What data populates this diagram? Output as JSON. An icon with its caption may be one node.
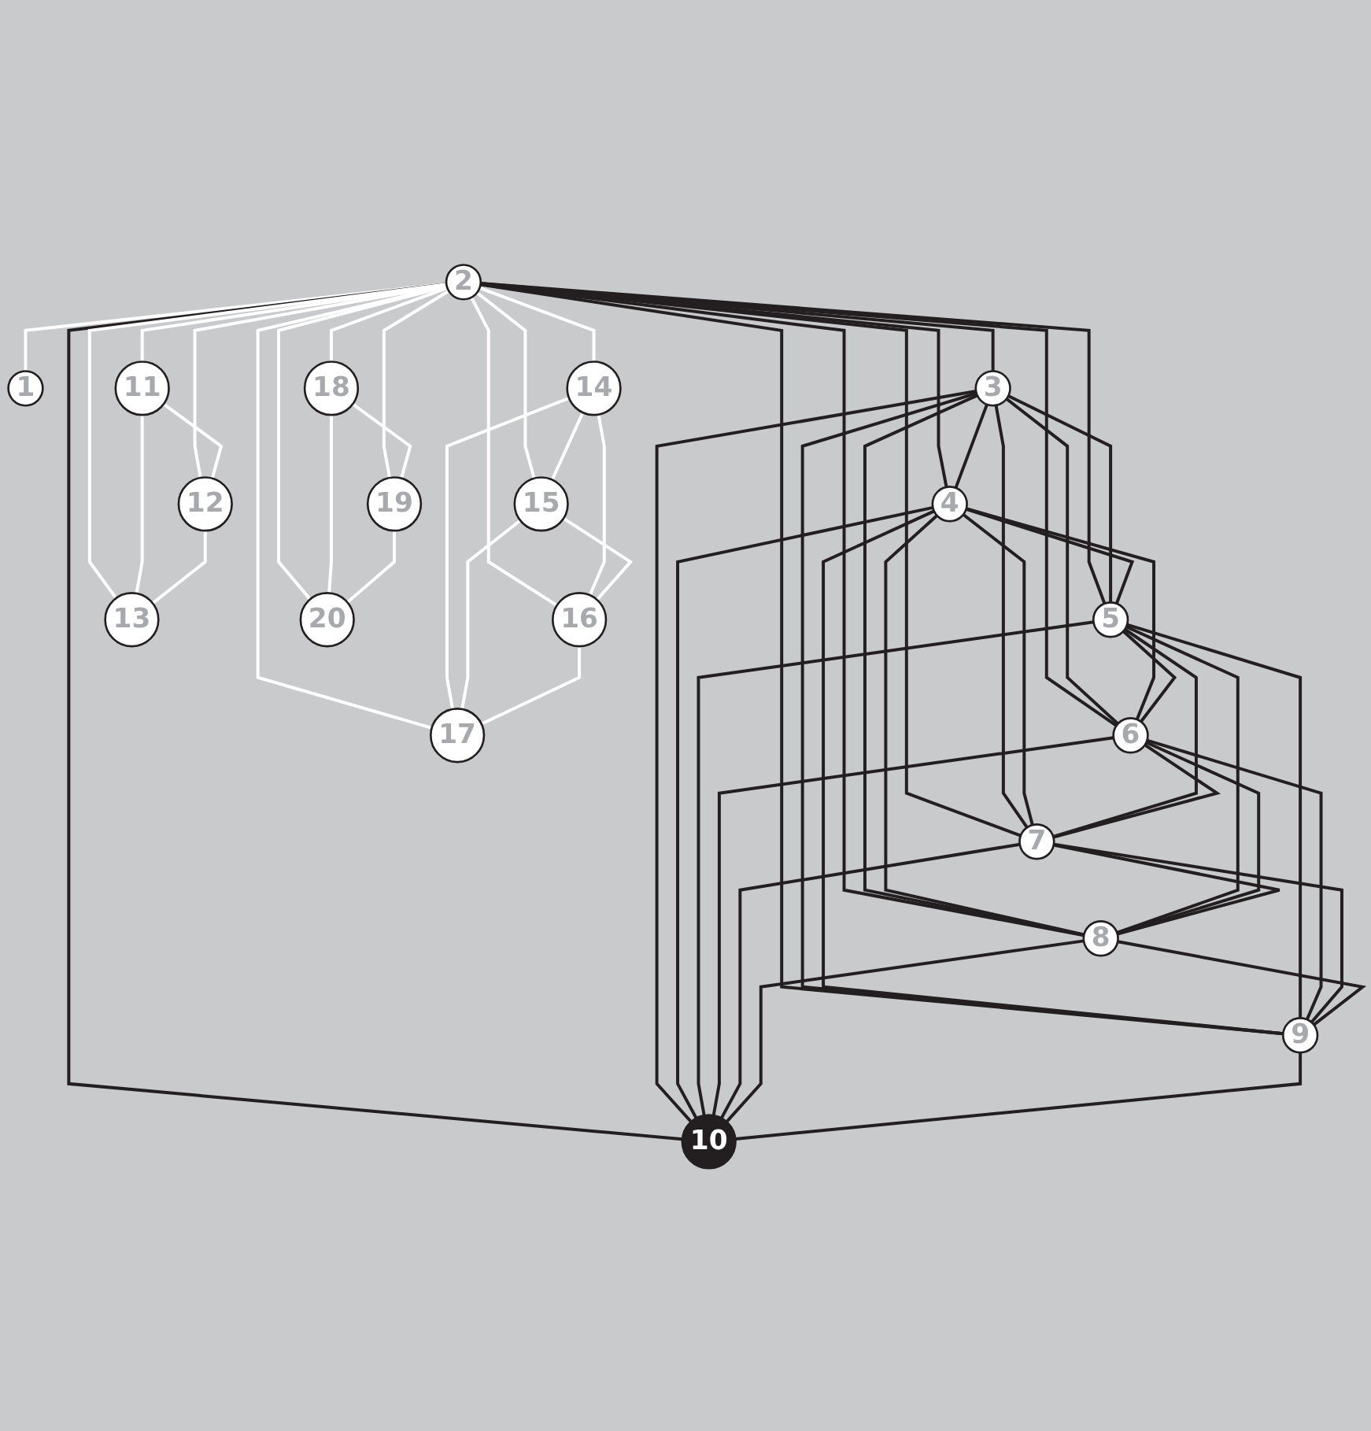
{
  "diagram": {
    "nodes": [
      {
        "text": [
          "1"
        ]
      },
      {
        "text": [
          "2"
        ]
      },
      {
        "text": [
          "3"
        ]
      },
      {
        "text": [
          "4"
        ]
      },
      {
        "text": [
          "5"
        ]
      },
      {
        "text": [
          "6"
        ]
      },
      {
        "text": [
          "7"
        ]
      },
      {
        "text": [
          "8"
        ]
      },
      {
        "text": [
          "9"
        ]
      },
      {
        "text": [
          "10"
        ]
      },
      {
        "text": [
          "11"
        ]
      },
      {
        "text": [
          "12"
        ]
      },
      {
        "text": [
          "13"
        ]
      },
      {
        "text": [
          "14"
        ]
      },
      {
        "text": [
          "15"
        ]
      },
      {
        "text": [
          "16"
        ]
      },
      {
        "text": [
          "17"
        ]
      },
      {
        "text": [
          "18"
        ]
      },
      {
        "text": [
          "19"
        ]
      },
      {
        "text": [
          "20"
        ]
      }
    ],
    "edges": [
      {
        "from": 1,
        "to": 0,
        "arrow": "none",
        "color": "#ffffff"
      },
      {
        "from": 1,
        "to": 2,
        "arrow": "none"
      },
      {
        "from": 1,
        "to": 3,
        "arrow": "none"
      },
      {
        "from": 1,
        "to": 4,
        "arrow": "none"
      },
      {
        "from": 1,
        "to": 5,
        "arrow": "none"
      },
      {
        "from": 1,
        "to": 6,
        "arrow": "none"
      },
      {
        "from": 1,
        "to": 7,
        "arrow": "none"
      },
      {
        "from": 1,
        "to": 8,
        "arrow": "none"
      },
      {
        "from": 1,
        "to": 9,
        "arrow": "none"
      },
      {
        "from": 2,
        "to": 3,
        "arrow": "none"
      },
      {
        "from": 2,
        "to": 4,
        "arrow": "none"
      },
      {
        "from": 2,
        "to": 5,
        "arrow": "none"
      },
      {
        "from": 2,
        "to": 6,
        "arrow": "none"
      },
      {
        "from": 2,
        "to": 7,
        "arrow": "none"
      },
      {
        "from": 2,
        "to": 8,
        "arrow": "none"
      },
      {
        "from": 2,
        "to": 9,
        "arrow": "none"
      },
      {
        "from": 3,
        "to": 4,
        "arrow": "none"
      },
      {
        "from": 3,
        "to": 5,
        "arrow": "none"
      },
      {
        "from": 3,
        "to": 6,
        "arrow": "none"
      },
      {
        "from": 3,
        "to": 7,
        "arrow": "none"
      },
      {
        "from": 3,
        "to": 8,
        "arrow": "none"
      },
      {
        "from": 3,
        "to": 9,
        "arrow": "none"
      },
      {
        "from": 4,
        "to": 5,
        "arrow": "none"
      },
      {
        "from": 4,
        "to": 6,
        "arrow": "none"
      },
      {
        "from": 4,
        "to": 7,
        "arrow": "none"
      },
      {
        "from": 4,
        "to": 8,
        "arrow": "none"
      },
      {
        "from": 4,
        "to": 9,
        "arrow": "none"
      },
      {
        "from": 5,
        "to": 6,
        "arrow": "none"
      },
      {
        "from": 5,
        "to": 7,
        "arrow": "none"
      },
      {
        "from": 5,
        "to": 8,
        "arrow": "none"
      },
      {
        "from": 5,
        "to": 9,
        "arrow": "none"
      },
      {
        "from": 6,
        "to": 7,
        "arrow": "none"
      },
      {
        "from": 6,
        "to": 8,
        "arrow": "none"
      },
      {
        "from": 6,
        "to": 9,
        "arrow": "none"
      },
      {
        "from": 7,
        "to": 8,
        "arrow": "none"
      },
      {
        "from": 7,
        "to": 9,
        "arrow": "none"
      },
      {
        "from": 8,
        "to": 9,
        "arrow": "none"
      },
      {
        "from": 1,
        "to": 10,
        "arrow": "none",
        "color": "#ffffff"
      },
      {
        "from": 1,
        "to": 11,
        "arrow": "none",
        "color": "#ffffff"
      },
      {
        "from": 1,
        "to": 12,
        "arrow": "none",
        "color": "#ffffff"
      },
      {
        "from": 10,
        "to": 11,
        "arrow": "none",
        "color": "#ffffff"
      },
      {
        "from": 10,
        "to": 12,
        "arrow": "none",
        "color": "#ffffff"
      },
      {
        "from": 11,
        "to": 12,
        "arrow": "none",
        "color": "#ffffff"
      },
      {
        "from": 1,
        "to": 13,
        "arrow": "none",
        "color": "#ffffff"
      },
      {
        "from": 1,
        "to": 14,
        "arrow": "none",
        "color": "#ffffff"
      },
      {
        "from": 1,
        "to": 15,
        "arrow": "none",
        "color": "#ffffff"
      },
      {
        "from": 1,
        "to": 16,
        "arrow": "none",
        "color": "#ffffff"
      },
      {
        "from": 13,
        "to": 14,
        "arrow": "none",
        "color": "#ffffff"
      },
      {
        "from": 13,
        "to": 15,
        "arrow": "none",
        "color": "#ffffff"
      },
      {
        "from": 13,
        "to": 16,
        "arrow": "none",
        "color": "#ffffff"
      },
      {
        "from": 14,
        "to": 15,
        "arrow": "none",
        "color": "#ffffff"
      },
      {
        "from": 14,
        "to": 16,
        "arrow": "none",
        "color": "#ffffff"
      },
      {
        "from": 15,
        "to": 16,
        "arrow": "none",
        "color": "#ffffff"
      },
      {
        "from": 1,
        "to": 17,
        "arrow": "none",
        "color": "#ffffff"
      },
      {
        "from": 1,
        "to": 18,
        "arrow": "none",
        "color": "#ffffff"
      },
      {
        "from": 1,
        "to": 19,
        "arrow": "none",
        "color": "#ffffff"
      },
      {
        "from": 17,
        "to": 18,
        "arrow": "none",
        "color": "#ffffff"
      },
      {
        "from": 17,
        "to": 19,
        "arrow": "none",
        "color": "#ffffff"
      },
      {
        "from": 18,
        "to": 19,
        "arrow": "none",
        "color": "#ffffff"
      }
    ]
  }
}
